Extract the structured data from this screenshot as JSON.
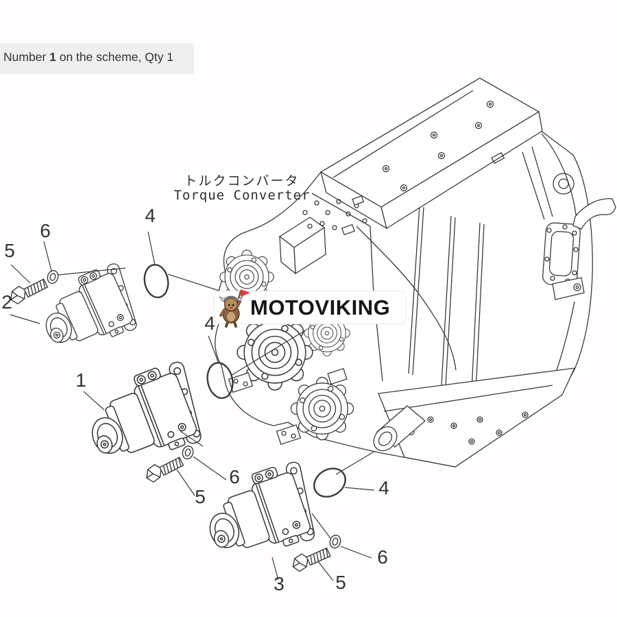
{
  "header": {
    "prefix": "Number ",
    "number": "1",
    "suffix": " on the scheme, Qty 1"
  },
  "diagram": {
    "label_jp": "トルクコンバータ",
    "label_en": "Torque Converter",
    "line_color": "#3a3a3a",
    "callouts": [
      {
        "label": "6",
        "part": "washer-top"
      },
      {
        "label": "5",
        "part": "bolt-top"
      },
      {
        "label": "2",
        "part": "gear-pump-upper"
      },
      {
        "label": "4",
        "part": "o-ring-top"
      },
      {
        "label": "1",
        "part": "gear-pump-middle"
      },
      {
        "label": "4",
        "part": "o-ring-middle"
      },
      {
        "label": "6",
        "part": "washer-middle"
      },
      {
        "label": "5",
        "part": "bolt-middle"
      },
      {
        "label": "4",
        "part": "o-ring-bottom"
      },
      {
        "label": "6",
        "part": "washer-bottom"
      },
      {
        "label": "5",
        "part": "bolt-bottom"
      },
      {
        "label": "3",
        "part": "gear-pump-lower"
      }
    ]
  },
  "watermark": {
    "text": "MOTOVIKING",
    "logo": "viking-mascot",
    "flag_color": "#e03a38"
  }
}
